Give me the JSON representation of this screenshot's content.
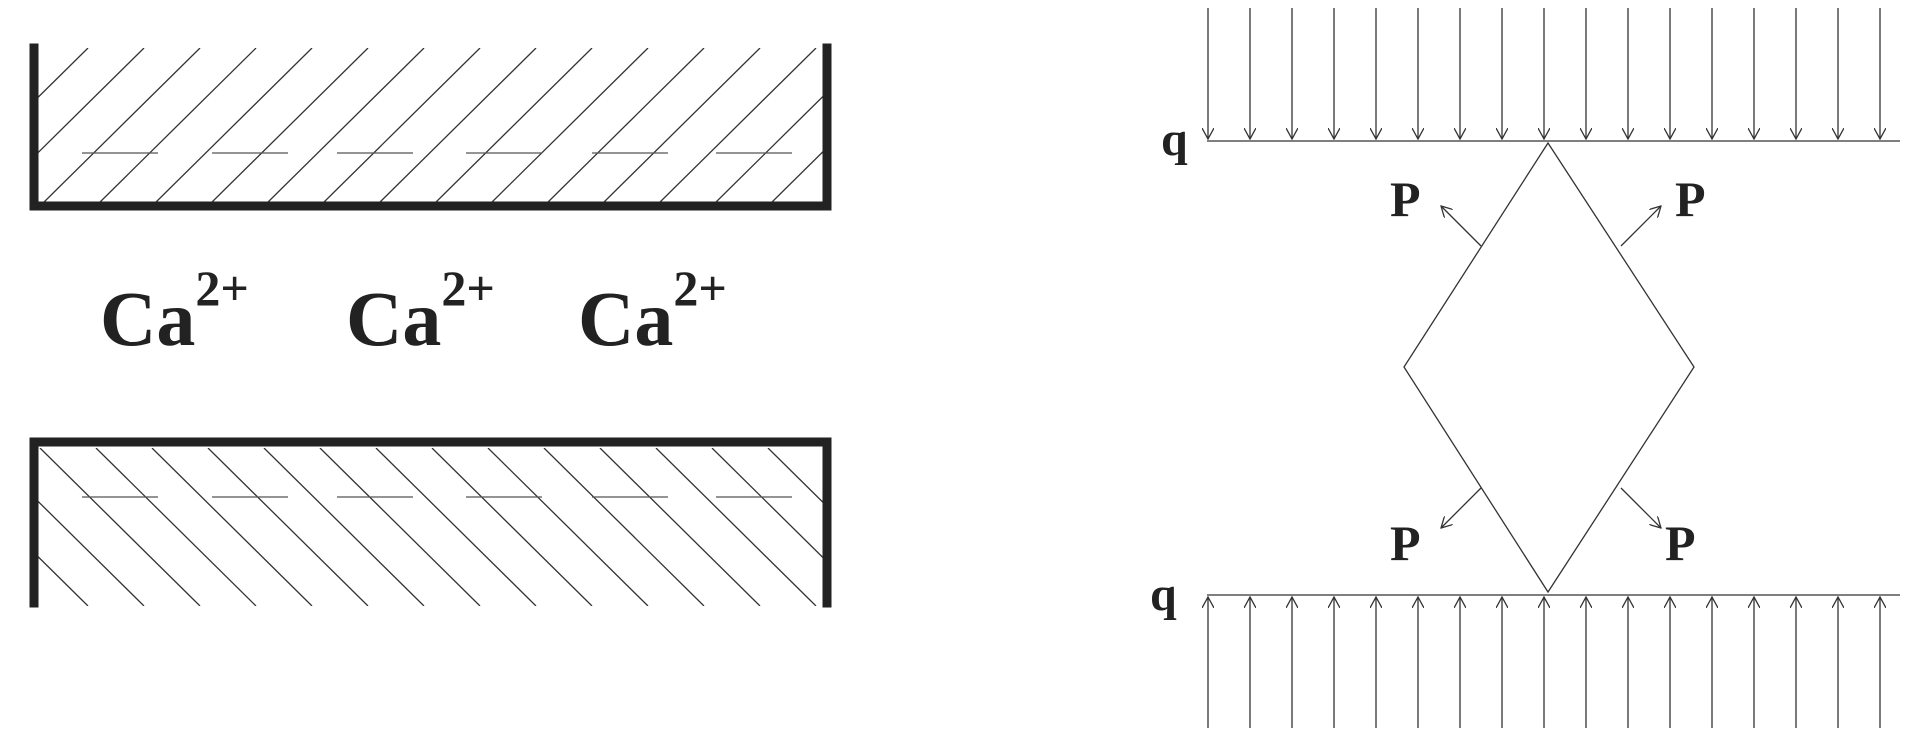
{
  "ions": [
    {
      "base": "Ca",
      "charge": "2+"
    },
    {
      "base": "Ca",
      "charge": "2+"
    },
    {
      "base": "Ca",
      "charge": "2+"
    }
  ],
  "load_labels": {
    "top": "q",
    "bottom": "q"
  },
  "force_labels": {
    "upper_left": "P",
    "upper_right": "P",
    "lower_left": "P",
    "lower_right": "P"
  },
  "colors": {
    "ink": "#222222",
    "background": "#ffffff"
  }
}
